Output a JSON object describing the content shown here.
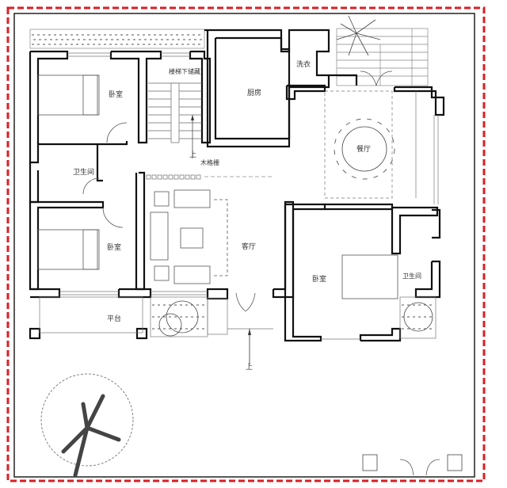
{
  "title": "Floor plan",
  "border_color": "#d91f26",
  "rooms": {
    "bedroom_nw": "卧室",
    "stair_storage": "楼梯下储藏",
    "kitchen": "厨房",
    "laundry": "洗衣",
    "dining": "餐厅",
    "bathroom_w": "卫生间",
    "wood_grille": "木格栅",
    "living": "客厅",
    "bedroom_sw": "卧室",
    "terrace": "平台",
    "bedroom_se": "卧室",
    "bathroom_e": "卫生间"
  },
  "arrows": {
    "stair_up": "上",
    "entry_up": "上"
  }
}
